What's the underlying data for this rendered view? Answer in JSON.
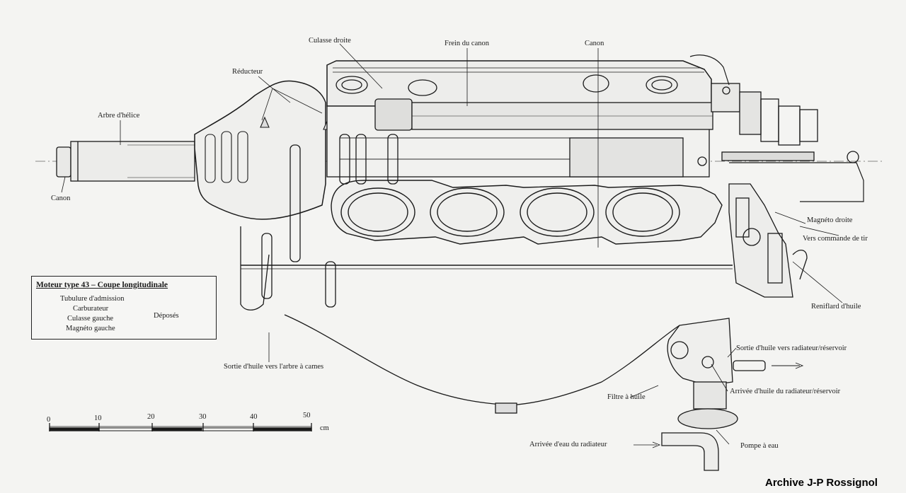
{
  "labels": {
    "culasse_droite": "Culasse droite",
    "frein_canon": "Frein du canon",
    "canon_top": "Canon",
    "reducteur": "Réducteur",
    "arbre_helice": "Arbre d'hélice",
    "canon_left": "Canon",
    "magneto_droite": "Magnéto droite",
    "vers_commande_tir": "Vers commande de tir",
    "reniflard": "Reniflard d'huile",
    "sortie_huile_radiateur": "Sortie d'huile vers radiateur/réservoir",
    "arrivee_huile": "Arrivée d'huile du radiateur/réservoir",
    "filtre": "Filtre à huile",
    "pompe_eau": "Pompe à eau",
    "arrivee_eau": "Arrivée d'eau du radiateur",
    "sortie_huile_cames": "Sortie d'huile vers l'arbre à cames"
  },
  "legend": {
    "title": "Moteur type 43 – Coupe longitudinale",
    "items": [
      "Tubulure d'admission",
      "Carburateur",
      "Culasse gauche",
      "Magnéto gauche"
    ],
    "note": "Déposés"
  },
  "scale": {
    "ticks": [
      "0",
      "10",
      "20",
      "30",
      "40",
      "50"
    ],
    "unit": "cm"
  },
  "credit": "Archive J-P Rossignol",
  "colors": {
    "ink": "#1a1a1a",
    "paper": "#f4f4f2"
  }
}
